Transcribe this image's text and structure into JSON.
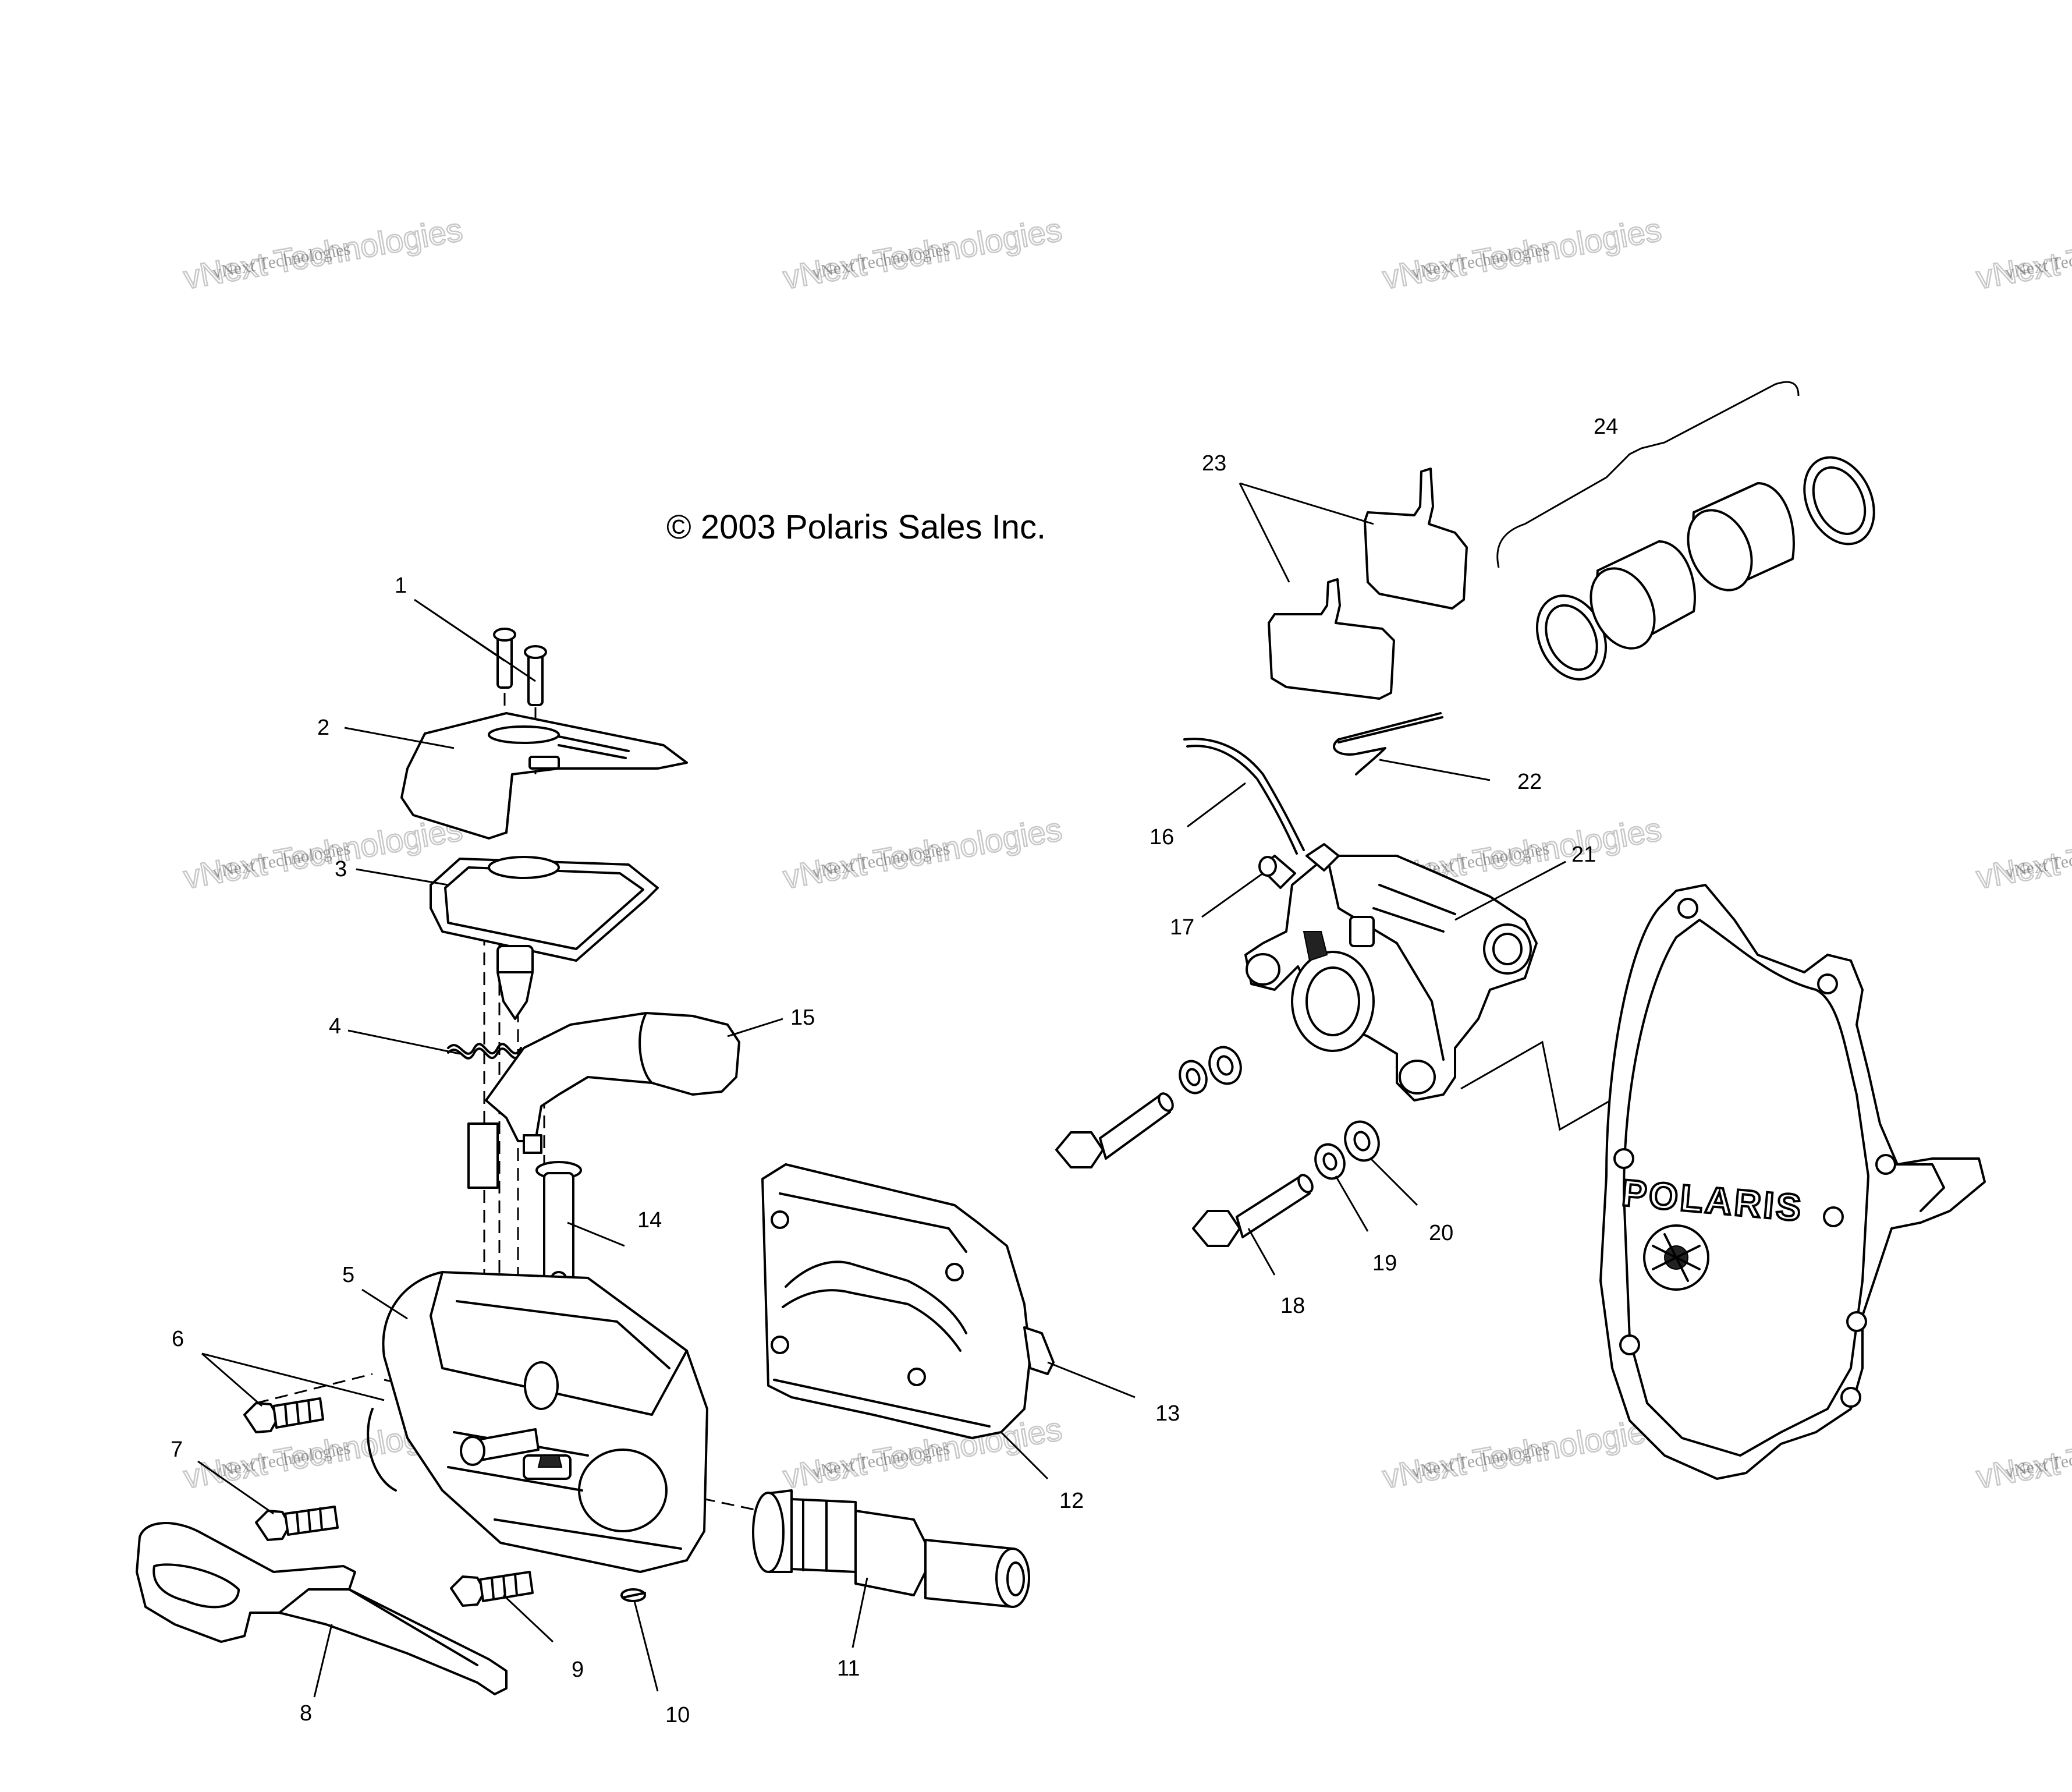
{
  "copyright": "© 2003 Polaris Sales Inc.",
  "watermark": {
    "line1": "vNext Technologies",
    "line2": "vNext Technologies"
  },
  "logo_text": "POLARIS",
  "callouts": [
    {
      "id": "1",
      "label": "1"
    },
    {
      "id": "2",
      "label": "2"
    },
    {
      "id": "3",
      "label": "3"
    },
    {
      "id": "4",
      "label": "4"
    },
    {
      "id": "5",
      "label": "5"
    },
    {
      "id": "6",
      "label": "6"
    },
    {
      "id": "7",
      "label": "7"
    },
    {
      "id": "8",
      "label": "8"
    },
    {
      "id": "9",
      "label": "9"
    },
    {
      "id": "10",
      "label": "10"
    },
    {
      "id": "11",
      "label": "11"
    },
    {
      "id": "12",
      "label": "12"
    },
    {
      "id": "13",
      "label": "13"
    },
    {
      "id": "14",
      "label": "14"
    },
    {
      "id": "15",
      "label": "15"
    },
    {
      "id": "16",
      "label": "16"
    },
    {
      "id": "17",
      "label": "17"
    },
    {
      "id": "18",
      "label": "18"
    },
    {
      "id": "19",
      "label": "19"
    },
    {
      "id": "20",
      "label": "20"
    },
    {
      "id": "21",
      "label": "21"
    },
    {
      "id": "22",
      "label": "22"
    },
    {
      "id": "23",
      "label": "23"
    },
    {
      "id": "24",
      "label": "24"
    }
  ]
}
